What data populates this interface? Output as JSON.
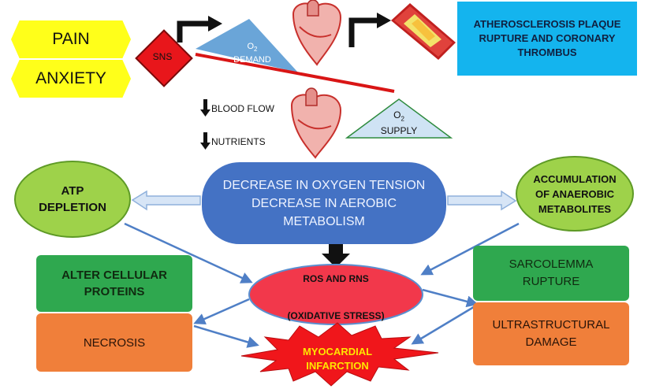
{
  "labels": {
    "pain": "PAIN",
    "anxiety": "ANXIETY",
    "sns": "SNS",
    "o2_demand_top": "O",
    "o2_demand_sub": "2",
    "o2_demand_word": "DEMAND",
    "o2_supply_top": "O",
    "o2_supply_sub": "2",
    "o2_supply_word": "SUPPLY",
    "athero_line1": "ATHEROSCLEROSIS PLAQUE",
    "athero_line2": "RUPTURE AND CORONARY",
    "athero_line3": "THROMBUS",
    "blood_flow": "BLOOD FLOW",
    "nutrients": "NUTRIENTS",
    "center_line1": "DECREASE IN OXYGEN TENSION",
    "center_line2": "DECREASE IN AEROBIC",
    "center_line3": "METABOLISM",
    "atp_line1": "ATP",
    "atp_line2": "DEPLETION",
    "accum_line1": "ACCUMULATION",
    "accum_line2": "OF ANAEROBIC",
    "accum_line3": "METABOLITES",
    "alter_line1": "ALTER CELLULAR",
    "alter_line2": "PROTEINS",
    "necrosis": "NECROSIS",
    "ros_line1": "ROS AND RNS",
    "ros_line2": "(OXIDATIVE STRESS)",
    "sarco_line1": "SARCOLEMMA",
    "sarco_line2": "RUPTURE",
    "ultra_line1": "ULTRASTRUCTURAL",
    "ultra_line2": "DAMAGE",
    "mi_line1": "MYOCARDIAL",
    "mi_line2": "INFARCTION"
  },
  "colors": {
    "yellow": "#ffff1a",
    "sns_red": "#e8161b",
    "triangle_blue": "#6aa5d8",
    "cyan_box": "#14b4ee",
    "center_blue": "#4472c4",
    "green_oval": "#9ed24a",
    "green_box": "#2fa84f",
    "orange_box": "#f07f3a",
    "ros_red": "#f2384b",
    "starburst_red": "#f0161b",
    "mi_text": "#ffe600",
    "arrow_blue": "#4f7fc6"
  }
}
